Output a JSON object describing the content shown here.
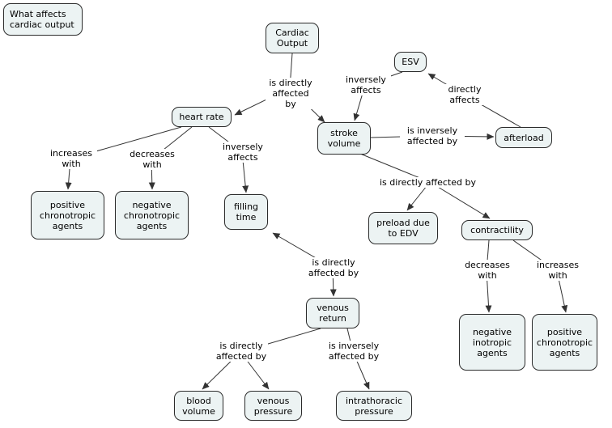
{
  "style": {
    "background": "#ffffff",
    "node_fill": "#ecf3f3",
    "node_border": "#2b2b2b",
    "line_color": "#333333"
  },
  "title": {
    "label": "What affects cardiac output"
  },
  "nodes": {
    "cardiac_output": "Cardiac Output",
    "esv": "ESV",
    "heart_rate": "heart rate",
    "stroke_volume": "stroke volume",
    "afterload": "afterload",
    "positive_chronotropic_agents": "positive chronotropic agents",
    "negative_chronotropic_agents": "negative chronotropic agents",
    "filling_time": "filling time",
    "preload_due_to_edv": "preload due to EDV",
    "contractility": "contractility",
    "venous_return": "venous return",
    "negative_inotropic_agents": "negative inotropic agents",
    "positive_chronotropic_agents_2": "positive chronotropic agents",
    "blood_volume": "blood volume",
    "venous_pressure": "venous pressure",
    "intrathoracic_pressure": "intrathoracic pressure"
  },
  "links": {
    "co_is_directly_affected_by": "is directly affected by",
    "esv_inversely_affects": "inversely affects",
    "afterload_directly_affects": "directly affects",
    "sv_is_inversely_affected_by": "is inversely affected by",
    "hr_increases_with": "increases with",
    "hr_decreases_with": "decreases with",
    "hr_inversely_affects": "inversely affects",
    "sv_is_directly_affected_by": "is directly affected by",
    "ft_is_directly_affected_by": "is directly affected by",
    "contractility_decreases_with": "decreases with",
    "contractility_increases_with": "increases with",
    "vr_is_directly_affected_by": "is directly affected by",
    "vr_is_inversely_affected_by": "is inversely affected by"
  }
}
